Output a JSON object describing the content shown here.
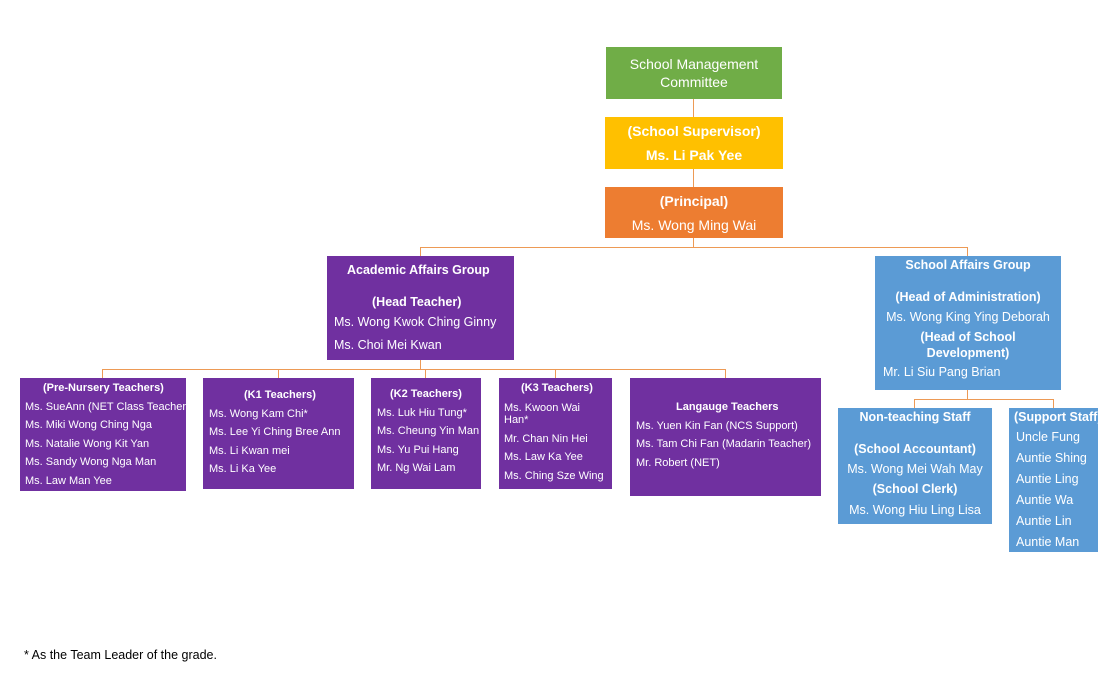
{
  "top": {
    "committee": "School Management Committee",
    "supervisor_role": "(School Supervisor)",
    "supervisor_name": "Ms. Li Pak Yee",
    "principal_role": "(Principal)",
    "principal_name": "Ms. Wong Ming Wai"
  },
  "academic": {
    "title": "Academic Affairs Group",
    "role": "(Head Teacher)",
    "members": [
      "Ms. Wong Kwok Ching Ginny",
      "Ms. Choi Mei Kwan"
    ]
  },
  "school_affairs": {
    "title": "School Affairs Group",
    "admin_role": "(Head of Administration)",
    "admin_name": "Ms. Wong King Ying Deborah",
    "dev_role": "(Head of School Development)",
    "dev_name": "Mr. Li Siu Pang Brian"
  },
  "teams": {
    "pre_nursery": {
      "title": "(Pre-Nursery Teachers)",
      "members": [
        "Ms. SueAnn (NET Class Teacher)",
        "Ms. Miki Wong Ching Nga",
        "Ms. Natalie Wong Kit Yan",
        "Ms. Sandy Wong Nga Man",
        "Ms. Law Man Yee"
      ]
    },
    "k1": {
      "title": "(K1 Teachers)",
      "members": [
        "Ms. Wong Kam Chi*",
        "Ms. Lee Yi Ching Bree Ann",
        "Ms. Li Kwan mei",
        "Ms. Li Ka Yee"
      ]
    },
    "k2": {
      "title": "(K2 Teachers)",
      "members": [
        "Ms. Luk Hiu Tung*",
        "Ms. Cheung Yin Man",
        "Ms. Yu Pui Hang",
        "Mr. Ng Wai Lam"
      ]
    },
    "k3": {
      "title": "(K3 Teachers)",
      "members": [
        "Ms. Kwoon Wai Han*",
        "Mr. Chan Nin Hei",
        "Ms. Law Ka Yee",
        "Ms. Ching Sze Wing"
      ]
    },
    "language": {
      "title": "Langauge Teachers",
      "members": [
        "Ms. Yuen Kin Fan (NCS Support)",
        "Ms. Tam Chi Fan (Madarin Teacher)",
        "Mr. Robert (NET)"
      ]
    },
    "non_teaching": {
      "title": "Non-teaching Staff",
      "accountant_role": "(School Accountant)",
      "accountant_name": "Ms. Wong Mei Wah May",
      "clerk_role": "(School Clerk)",
      "clerk_name": "Ms. Wong Hiu Ling Lisa"
    },
    "support": {
      "title": "(Support Staff)",
      "members": [
        "Uncle Fung",
        "Auntie Shing",
        "Auntie Ling",
        "Auntie Wa",
        "Auntie Lin",
        "Auntie Man"
      ]
    }
  },
  "footnote": "* As the Team Leader of the grade.",
  "colors": {
    "committee": "#70ad47",
    "supervisor": "#ffc000",
    "principal": "#ed7d31",
    "academic": "#7030a0",
    "school_affairs": "#5b9bd5",
    "connector": "#ed9a55"
  }
}
